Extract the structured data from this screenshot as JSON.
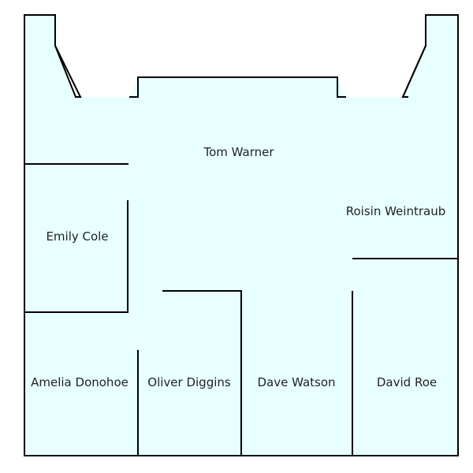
{
  "floorplan": {
    "colors": {
      "floor": "#e8ffff",
      "wall": "#000000",
      "text": "#222222"
    },
    "rooms": [
      {
        "id": "tom-warner",
        "name": "Tom Warner"
      },
      {
        "id": "roisin-weintraub",
        "name": "Roisin Weintraub"
      },
      {
        "id": "emily-cole",
        "name": "Emily Cole"
      },
      {
        "id": "amelia-donohoe",
        "name": "Amelia Donohoe"
      },
      {
        "id": "oliver-diggins",
        "name": "Oliver Diggins"
      },
      {
        "id": "dave-watson",
        "name": "Dave Watson"
      },
      {
        "id": "david-roe",
        "name": "David Roe"
      }
    ]
  }
}
